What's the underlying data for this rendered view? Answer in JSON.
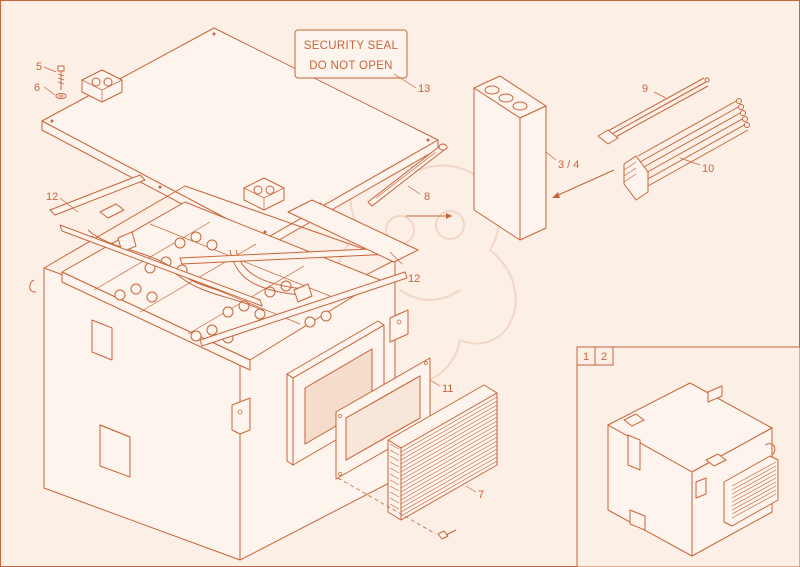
{
  "seal_label": {
    "line1": "SECURITY   SEAL",
    "line2": "DO NOT OPEN"
  },
  "callouts": {
    "c5": "5",
    "c6": "6",
    "c12a": "12",
    "c12b": "12",
    "c13": "13",
    "c8": "8",
    "c34": "3 / 4",
    "c9": "9",
    "c10": "10",
    "c11": "11",
    "c7": "7"
  },
  "inset_tabs": [
    "1",
    "2"
  ],
  "colors": {
    "line": "#c8643a",
    "background": "#fcefe6",
    "paper": "#fdf4ee"
  }
}
